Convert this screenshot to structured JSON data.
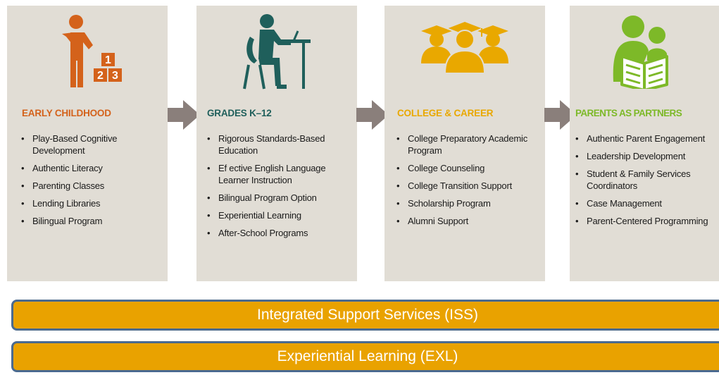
{
  "panels": [
    {
      "title": "EARLY CHILDHOOD",
      "color": "#d4621b",
      "icon": "child-with-blocks-icon",
      "items": [
        "Play-Based Cognitive Development",
        "Authentic Literacy",
        "Parenting Classes",
        "Lending Libraries",
        "Bilingual Program"
      ]
    },
    {
      "title": "GRADES K–12",
      "color": "#1f5f5b",
      "icon": "student-at-desk-icon",
      "items": [
        "Rigorous Standards-Based Education",
        "Ef ective English Language Learner Instruction",
        "Bilingual Program Option",
        "Experiential Learning",
        "After-School Programs"
      ]
    },
    {
      "title": "COLLEGE & CAREER",
      "color": "#e9a800",
      "icon": "graduates-icon",
      "items": [
        "College Preparatory Academic Program",
        "College Counseling",
        "College Transition Support",
        "Scholarship Program",
        "Alumni Support"
      ]
    },
    {
      "title": "PARENTS AS PARTNERS",
      "color": "#7db928",
      "icon": "parent-reading-to-child-icon",
      "items": [
        "Authentic Parent Engagement",
        "Leadership Development",
        "Student & Family Services Coordinators",
        "Case Management",
        "Parent-Centered Programming"
      ]
    }
  ],
  "bullet": "•",
  "arrow_icon": "right-arrow-icon",
  "bars": [
    {
      "label": "Integrated Support Services (ISS)"
    },
    {
      "label": "Experiential Learning (EXL)"
    }
  ],
  "colors": {
    "panel_bg": "#e1ddd5",
    "arrow": "#8a7f7b",
    "bar_fill": "#e9a200",
    "bar_border": "#4a6a90"
  }
}
